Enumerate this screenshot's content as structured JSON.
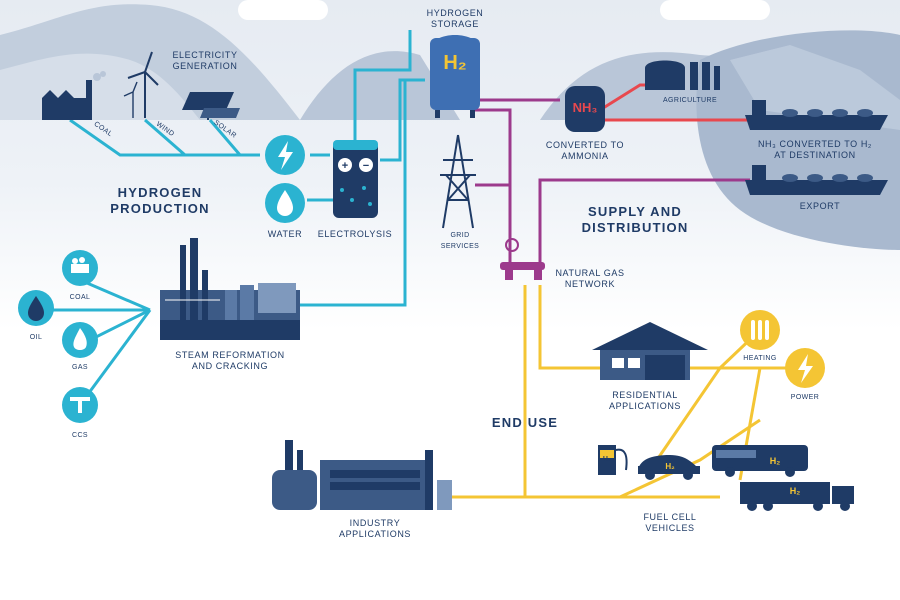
{
  "headings": {
    "production": "HYDROGEN\nPRODUCTION",
    "supply": "SUPPLY AND\nDISTRIBUTION",
    "end_use": "END USE"
  },
  "labels": {
    "electricity_generation": "ELECTRICITY\nGENERATION",
    "coal_line": "COAL",
    "wind_line": "WIND",
    "solar_line": "SOLAR",
    "water": "WATER",
    "electrolysis": "ELECTROLYSIS",
    "hydrogen_storage": "HYDROGEN\nSTORAGE",
    "h2_tank": "H₂",
    "nh3_tank": "NH₃",
    "converted_to_ammonia": "CONVERTED TO\nAMMONIA",
    "agriculture": "AGRICULTURE",
    "nh3_converted": "NH₃ CONVERTED TO H₂\nAT DESTINATION",
    "export": "EXPORT",
    "grid_services": "GRID\nSERVICES",
    "natural_gas_network": "NATURAL GAS\nNETWORK",
    "coal_src": "COAL",
    "oil": "OIL",
    "gas": "GAS",
    "ccs": "CCS",
    "steam_reformation": "STEAM REFORMATION\nAND CRACKING",
    "residential": "RESIDENTIAL\nAPPLICATIONS",
    "heating": "HEATING",
    "power": "POWER",
    "industry": "INDUSTRY\nAPPLICATIONS",
    "fuel_cell_vehicles": "FUEL CELL\nVEHICLES",
    "vehicle_h2": "H₂"
  },
  "colors": {
    "navy": "#1f3b66",
    "cyan_line": "#2bb3d1",
    "magenta_line": "#9c3a8c",
    "red_line": "#e8484e",
    "yellow_line": "#f4c534",
    "mountain": "#b9c6d8",
    "sky": "#eef2f7"
  },
  "icons": [
    "lightning-icon",
    "water-drop-icon",
    "coal-cart-icon",
    "oil-drop-icon",
    "gas-flame-icon",
    "ccs-icon",
    "heating-radiator-icon",
    "power-lightning-icon"
  ]
}
